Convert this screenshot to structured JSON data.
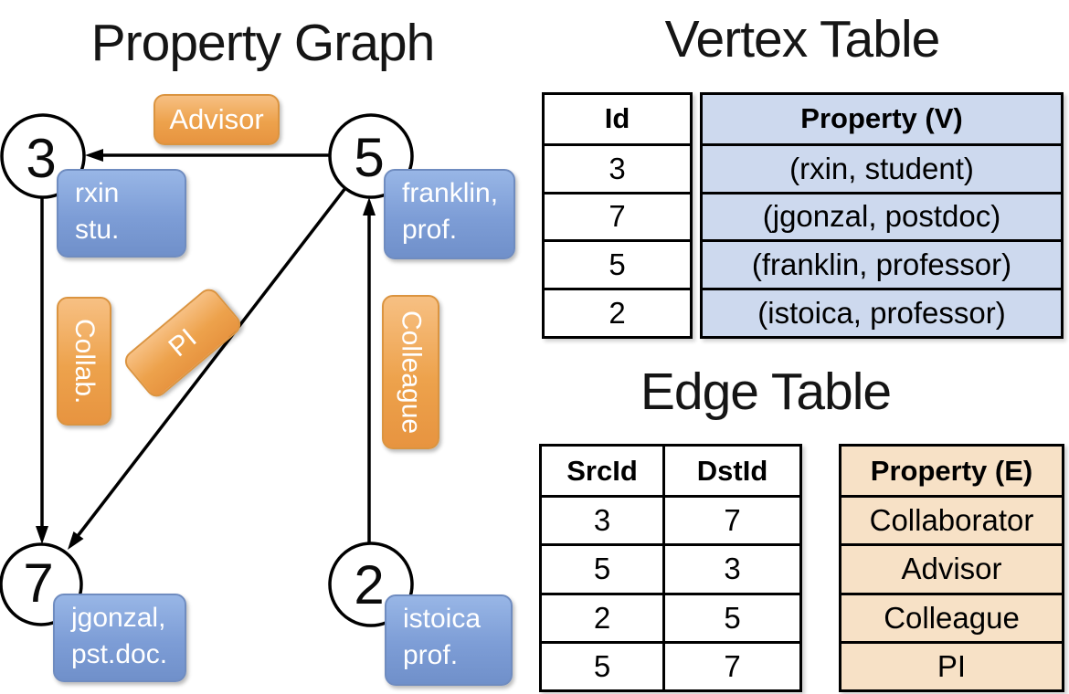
{
  "left_panel": {
    "title": "Property Graph",
    "vertices": [
      {
        "id": "3",
        "label_lines": [
          "rxin",
          "stu."
        ]
      },
      {
        "id": "5",
        "label_lines": [
          "franklin,",
          "prof."
        ]
      },
      {
        "id": "7",
        "label_lines": [
          "jgonzal,",
          "pst.doc."
        ]
      },
      {
        "id": "2",
        "label_lines": [
          "istoica",
          "prof."
        ]
      }
    ],
    "edge_labels": {
      "advisor": "Advisor",
      "collab": "Collab.",
      "pi": "PI",
      "colleague": "Colleague"
    }
  },
  "vertex_table": {
    "title": "Vertex Table",
    "columns": {
      "id": "Id",
      "property": "Property (V)"
    },
    "rows": [
      {
        "id": "3",
        "property": "(rxin, student)"
      },
      {
        "id": "7",
        "property": "(jgonzal, postdoc)"
      },
      {
        "id": "5",
        "property": "(franklin, professor)"
      },
      {
        "id": "2",
        "property": "(istoica, professor)"
      }
    ]
  },
  "edge_table": {
    "title": "Edge Table",
    "columns": {
      "src": "SrcId",
      "dst": "DstId",
      "property": "Property (E)"
    },
    "rows": [
      {
        "src": "3",
        "dst": "7",
        "property": "Collaborator"
      },
      {
        "src": "5",
        "dst": "3",
        "property": "Advisor"
      },
      {
        "src": "2",
        "dst": "5",
        "property": "Colleague"
      },
      {
        "src": "5",
        "dst": "7",
        "property": "PI"
      }
    ]
  },
  "colors": {
    "edge_label_orange": "#ED9D47",
    "vertex_label_blue": "#7FA1D4",
    "vertex_table_fill": "#CDD9EE",
    "edge_table_fill": "#F7E1C6",
    "line_black": "#000000"
  }
}
